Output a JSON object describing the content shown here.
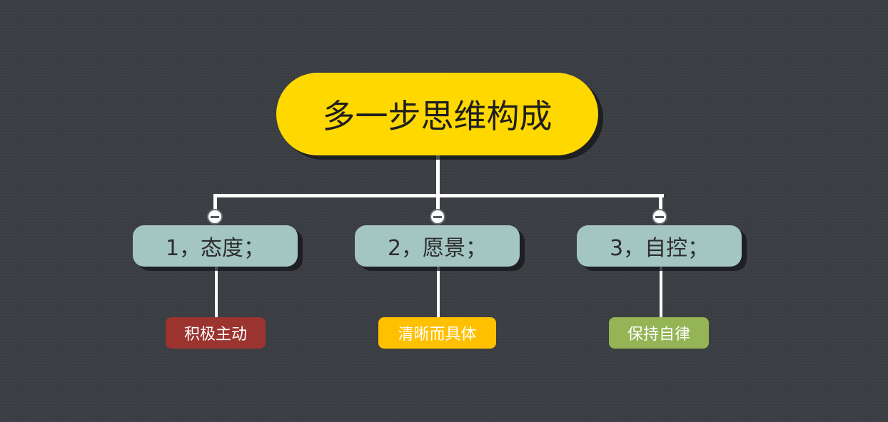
{
  "root": {
    "label": "多一步思维构成",
    "color": "#ffd800"
  },
  "branches": [
    {
      "label": "1，态度；",
      "child": {
        "label": "积极主动",
        "color": "#9b342f"
      }
    },
    {
      "label": "2，愿景；",
      "child": {
        "label": "清晰而具体",
        "color": "#ffc000"
      }
    },
    {
      "label": "3，自控；",
      "child": {
        "label": "保持自律",
        "color": "#94b455"
      }
    }
  ],
  "colors": {
    "background": "#3a3d41",
    "branch_fill": "#a4c6c2",
    "connector": "#ffffff"
  },
  "icons": {
    "collapse": "minus-circle-icon"
  }
}
